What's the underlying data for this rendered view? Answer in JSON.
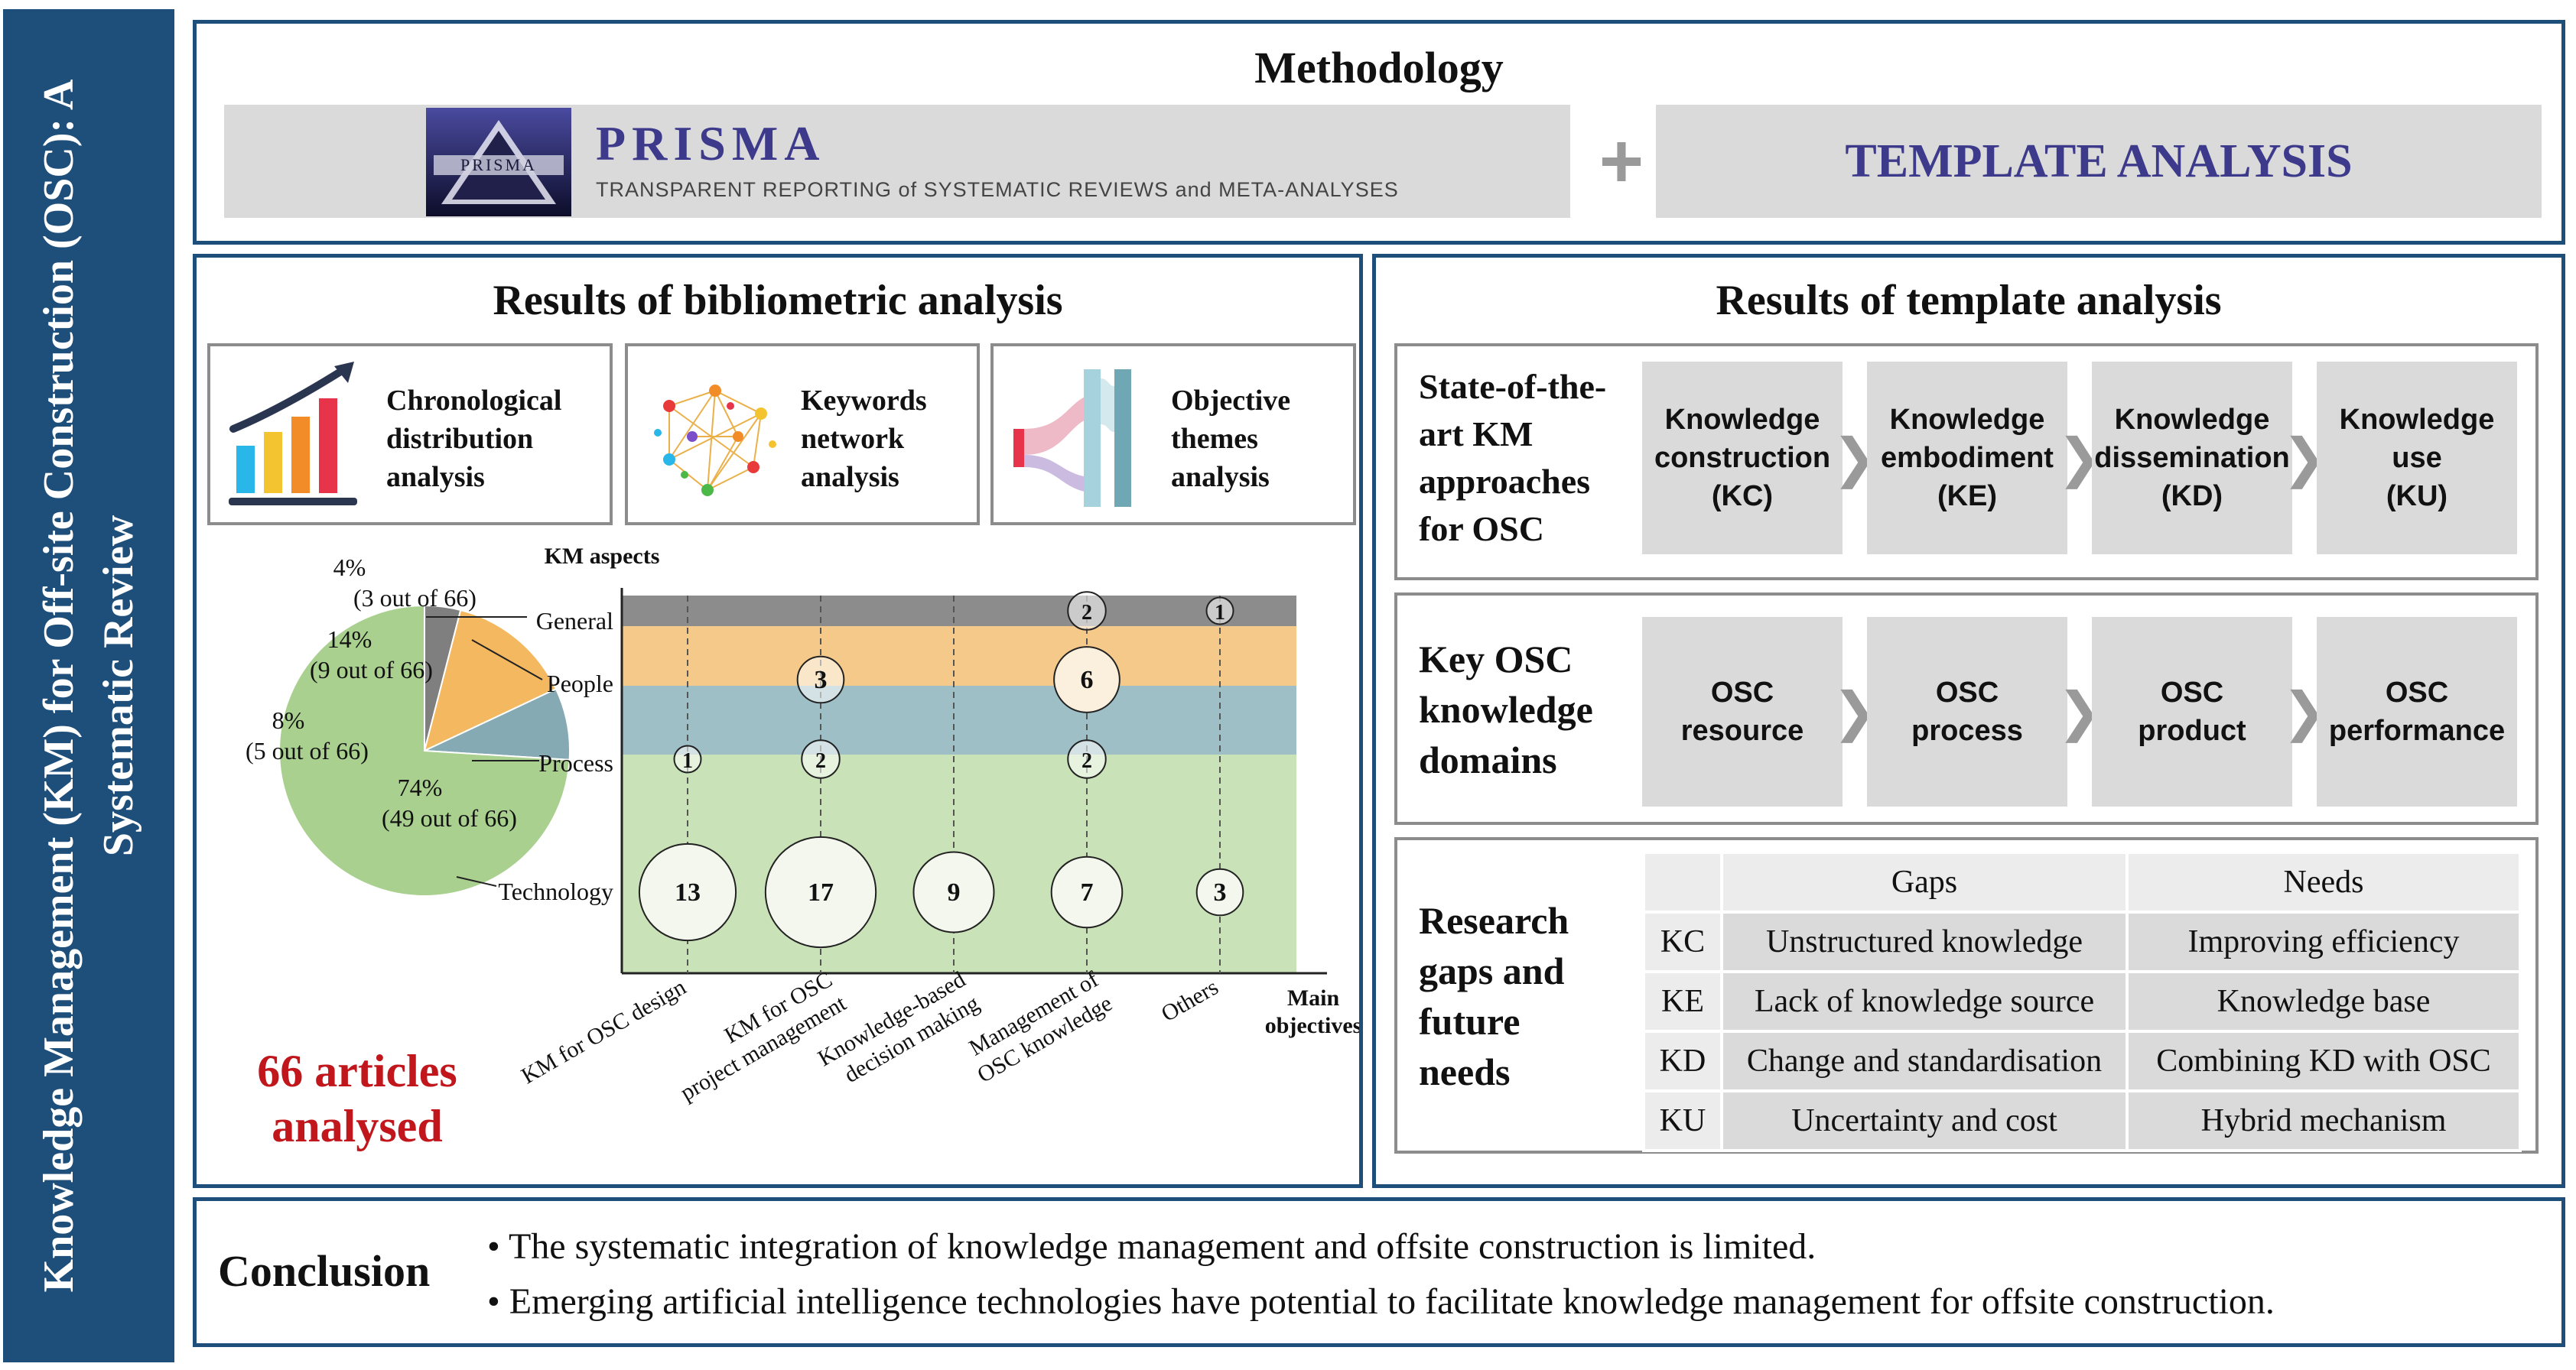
{
  "side_title": "Knowledge Management (KM) for Off-site Construction (OSC): A Systematic Review",
  "methodology": {
    "title": "Methodology",
    "prisma_logo_text": "PRISMA",
    "prisma_name": "PRISMA",
    "prisma_subtitle": "TRANSPARENT REPORTING of SYSTEMATIC REVIEWS and META-ANALYSES",
    "plus": "+",
    "template_analysis": "TEMPLATE ANALYSIS"
  },
  "biblio": {
    "title": "Results of bibliometric analysis",
    "cards": [
      {
        "icon": "bar-chart-icon",
        "label": "Chronological distribution analysis"
      },
      {
        "icon": "network-icon",
        "label": "Keywords network analysis"
      },
      {
        "icon": "sankey-icon",
        "label": "Objective themes analysis"
      }
    ],
    "articles_count": "66 articles",
    "articles_label": "analysed"
  },
  "chart_data": [
    {
      "type": "pie",
      "categories": [
        "General",
        "People",
        "Process",
        "Technology"
      ],
      "values": [
        4,
        14,
        8,
        74
      ],
      "labels": [
        "4%\n(3 out of 66)",
        "14%\n(9 out of 66)",
        "8%\n(5 out of 66)",
        "74%\n(49 out of 66)"
      ],
      "counts": [
        3,
        9,
        5,
        49
      ],
      "colors": [
        "#7f7f7f",
        "#f4b860",
        "#86aab4",
        "#a9d08e"
      ]
    },
    {
      "type": "scatter",
      "ylabel": "KM aspects",
      "xlabel": "Main objectives",
      "y_categories": [
        "General",
        "People",
        "Process",
        "Technology"
      ],
      "x_categories": [
        "KM for OSC design",
        "KM for OSC project management",
        "Knowledge-based decision making",
        "Management of OSC knowledge",
        "Others"
      ],
      "x_tick_labels": [
        [
          "KM for OSC design"
        ],
        [
          "KM for OSC",
          "project management"
        ],
        [
          "Knowledge-based",
          "decision making"
        ],
        [
          "Management of",
          "OSC knowledge"
        ],
        [
          "Others"
        ]
      ],
      "points": [
        {
          "x": "Management of OSC knowledge",
          "y": "General",
          "value": 2
        },
        {
          "x": "Others",
          "y": "General",
          "value": 1
        },
        {
          "x": "KM for OSC project management",
          "y": "People",
          "value": 3
        },
        {
          "x": "Management of OSC knowledge",
          "y": "People",
          "value": 6
        },
        {
          "x": "KM for OSC design",
          "y": "Process",
          "value": 1
        },
        {
          "x": "KM for OSC project management",
          "y": "Process",
          "value": 2
        },
        {
          "x": "Management of OSC knowledge",
          "y": "Process",
          "value": 2
        },
        {
          "x": "KM for OSC design",
          "y": "Technology",
          "value": 13
        },
        {
          "x": "KM for OSC project management",
          "y": "Technology",
          "value": 17
        },
        {
          "x": "Knowledge-based decision making",
          "y": "Technology",
          "value": 9
        },
        {
          "x": "Management of OSC knowledge",
          "y": "Technology",
          "value": 7
        },
        {
          "x": "Others",
          "y": "Technology",
          "value": 3
        }
      ],
      "band_colors": [
        "#8c8c8c",
        "#f4c98a",
        "#9fbfc6",
        "#c9e2b8"
      ]
    }
  ],
  "template": {
    "title": "Results of template analysis",
    "approaches": {
      "heading": "State-of-the-art KM approaches for OSC",
      "heading_lines": [
        "State-of-the-",
        "art KM",
        "approaches",
        "for OSC"
      ],
      "steps": [
        [
          "Knowledge",
          "construction",
          "(KC)"
        ],
        [
          "Knowledge",
          "embodiment",
          "(KE)"
        ],
        [
          "Knowledge",
          "dissemination",
          "(KD)"
        ],
        [
          "Knowledge",
          "use",
          "(KU)"
        ]
      ]
    },
    "domains": {
      "heading_lines": [
        "Key OSC",
        "knowledge",
        "domains"
      ],
      "steps": [
        [
          "OSC",
          "resource"
        ],
        [
          "OSC",
          "process"
        ],
        [
          "OSC",
          "product"
        ],
        [
          "OSC",
          "performance"
        ]
      ]
    },
    "gaps": {
      "heading_lines": [
        "Research",
        "gaps and",
        "future",
        "needs"
      ],
      "col_headers": [
        "",
        "Gaps",
        "Needs"
      ],
      "rows": [
        [
          "KC",
          "Unstructured knowledge",
          "Improving efficiency"
        ],
        [
          "KE",
          "Lack of knowledge source",
          "Knowledge base"
        ],
        [
          "KD",
          "Change and standardisation",
          "Combining KD with OSC"
        ],
        [
          "KU",
          "Uncertainty and cost",
          "Hybrid mechanism"
        ]
      ]
    }
  },
  "conclusion": {
    "title": "Conclusion",
    "bullets": [
      "• The systematic integration of knowledge management and offsite construction is limited.",
      "• Emerging artificial intelligence technologies have potential to facilitate knowledge management for offsite construction."
    ]
  },
  "colors": {
    "navy": "#1e4f7b",
    "prisma_purple": "#3d3a8c",
    "accent_red": "#c0161c",
    "gray_box": "#dadada"
  }
}
